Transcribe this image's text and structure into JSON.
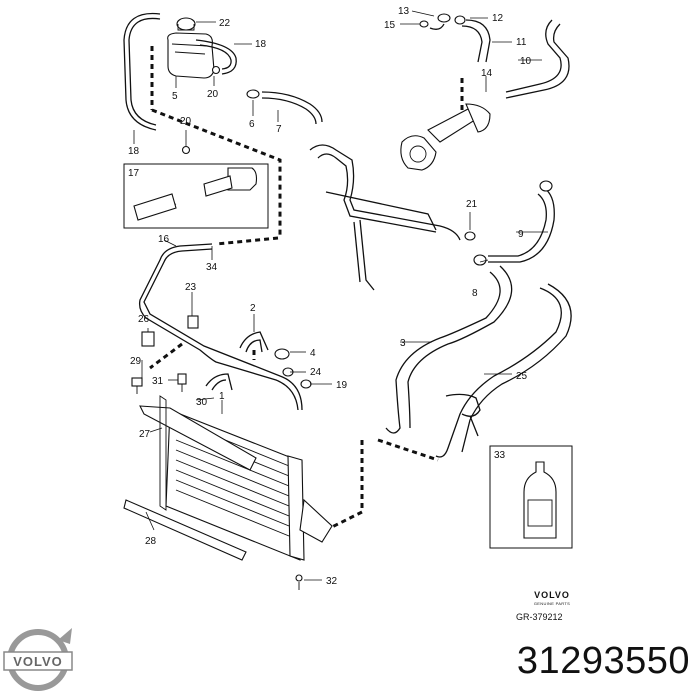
{
  "diagram": {
    "labels": {
      "p1": "1",
      "p2": "2",
      "p3": "3",
      "p4": "4",
      "p5": "5",
      "p6": "6",
      "p7": "7",
      "p8": "8",
      "p9": "9",
      "p10": "10",
      "p11": "11",
      "p12": "12",
      "p13": "13",
      "p14": "14",
      "p15": "15",
      "p16": "16",
      "p17": "17",
      "p18a": "18",
      "p18b": "18",
      "p19": "19",
      "p20a": "20",
      "p20b": "20",
      "p21": "21",
      "p22": "22",
      "p23": "23",
      "p24": "24",
      "p25": "25",
      "p26": "26",
      "p27": "27",
      "p28": "28",
      "p29": "29",
      "p30": "30",
      "p31": "31",
      "p32": "32",
      "p33": "33",
      "p34": "34"
    }
  },
  "brand": {
    "wordmark": "VOLVO",
    "subline": "GENUINE PARTS",
    "reference": "GR-379212",
    "logo_text": "VOLVO"
  },
  "part_number": "31293550",
  "colors": {
    "line": "#111111",
    "fill": "#ffffff"
  },
  "icons": {
    "logo": "volvo-iron-mark-icon"
  }
}
